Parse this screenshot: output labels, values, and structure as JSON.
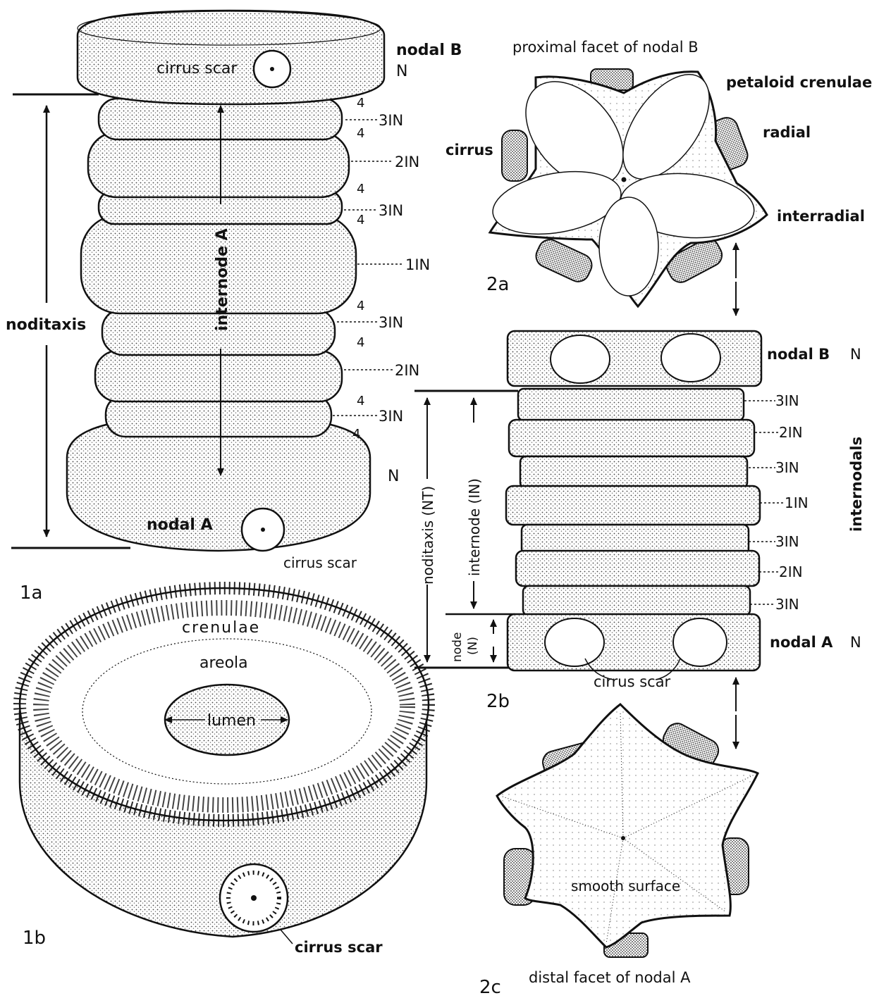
{
  "figure_1a": {
    "id": "1a",
    "labels": {
      "top_scar": "cirrus scar",
      "top_nodal": "nodal B",
      "top_N": "N",
      "bottom_nodal": "nodal A",
      "bottom_N": "N",
      "bottom_scar": "cirrus scar",
      "noditaxis": "noditaxis",
      "internode": "internode A"
    },
    "ring_numbers": [
      "4",
      "4",
      "4",
      "4",
      "4",
      "4",
      "4",
      "4"
    ],
    "internodal_labels": [
      "3IN",
      "2IN",
      "3IN",
      "1IN",
      "3IN",
      "2IN",
      "3IN"
    ]
  },
  "figure_1b": {
    "id": "1b",
    "labels": {
      "crenulae": "crenulae",
      "areola": "areola",
      "lumen": "lumen",
      "cirrus_scar": "cirrus scar"
    }
  },
  "figure_2a": {
    "id": "2a",
    "labels": {
      "title": "proximal facet of nodal B",
      "petaloid": "petaloid crenulae",
      "radial": "radial",
      "cirrus": "cirrus",
      "interradial": "interradial"
    }
  },
  "figure_2b": {
    "id": "2b",
    "labels": {
      "top_nodal": "nodal B",
      "top_N": "N",
      "bottom_nodal": "nodal A",
      "bottom_N": "N",
      "cirrus_scar": "cirrus scar",
      "internodals": "internodals",
      "noditaxis": "noditaxis (NT)",
      "internode": "internode (IN)",
      "node": "node",
      "node_abbr": "(N)"
    },
    "internodal_labels": [
      "3IN",
      "2IN",
      "3IN",
      "1IN",
      "3IN",
      "2IN",
      "3IN"
    ]
  },
  "figure_2c": {
    "id": "2c",
    "labels": {
      "title": "distal facet of nodal A",
      "smooth": "smooth surface"
    }
  },
  "colors": {
    "ink": "#111111",
    "paper": "#ffffff",
    "stipple": "#d9d9d9"
  }
}
